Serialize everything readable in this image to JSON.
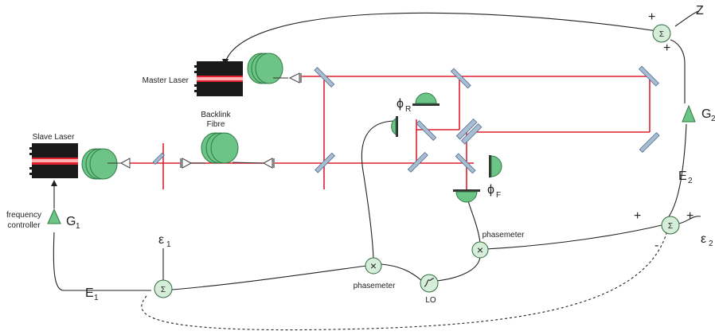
{
  "labels": {
    "master_laser": "Master Laser",
    "slave_laser": "Slave Laser",
    "backlink_line1": "Backlink",
    "backlink_line2": "Fibre",
    "freq_line1": "frequency",
    "freq_line2": "controller",
    "phasemeter_left": "phasemeter",
    "phasemeter_right": "phasemeter",
    "lo": "LO",
    "phi_r_sym": "ϕ",
    "phi_r_sub": "R",
    "phi_f_sym": "ϕ",
    "phi_f_sub": "F",
    "g1_sym": "G",
    "g1_sub": "1",
    "g2_sym": "G",
    "g2_sub": "2",
    "e1_sym": "E",
    "e1_sub": "1",
    "e2_sym": "E",
    "e2_sub": "2",
    "eps1_sym": "ε",
    "eps1_sub": "1",
    "eps2_sym": "ε",
    "eps2_sub": "2",
    "z": "Z",
    "sigma": "Σ",
    "mult": "×",
    "plus": "+",
    "minus": "-"
  },
  "colors": {
    "beam": "#e0202f",
    "fibre": "#6cc486",
    "mirror": "#a9bdd2",
    "node": "#d6edd9"
  }
}
